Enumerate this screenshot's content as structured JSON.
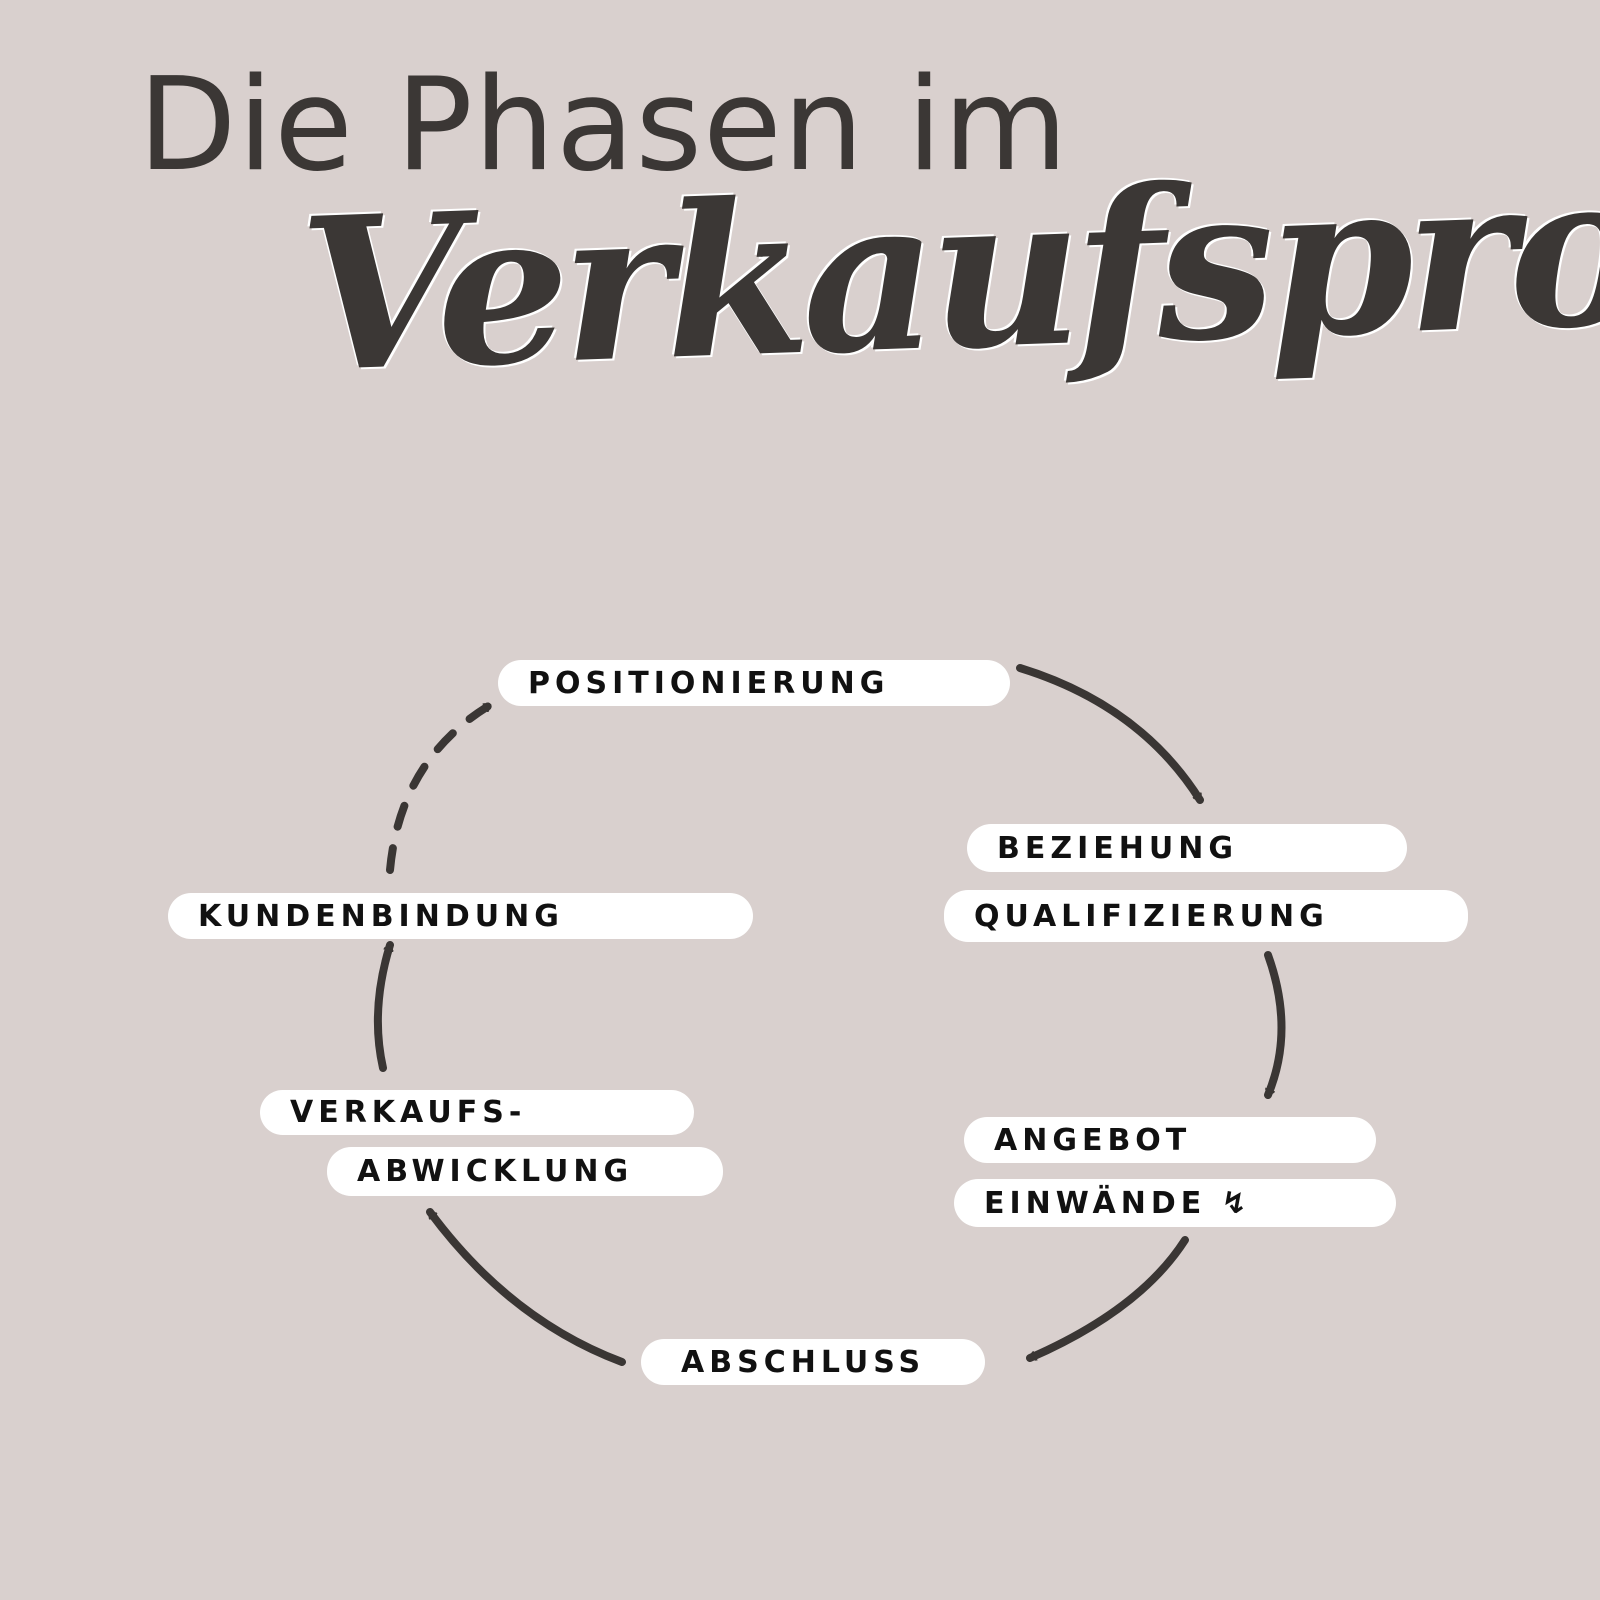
{
  "title": {
    "line1": "Die Phasen im",
    "line2": "Verkaufsprozess"
  },
  "phases": {
    "positionierung": "POSITIONIERUNG",
    "beziehung": "BEZIEHUNG",
    "qualifizierung": "QUALIFIZIERUNG",
    "angebot": "ANGEBOT",
    "einwaende": "EINWÄNDE ↯",
    "abschluss": "ABSCHLUSS",
    "verkaufs": "VERKAUFS-",
    "abwicklung": "ABWICKLUNG",
    "kundenbindung": "KUNDENBINDUNG"
  },
  "colors": {
    "background": "#d9d0ce",
    "ink": "#3a3634",
    "pill": "#ffffff"
  }
}
